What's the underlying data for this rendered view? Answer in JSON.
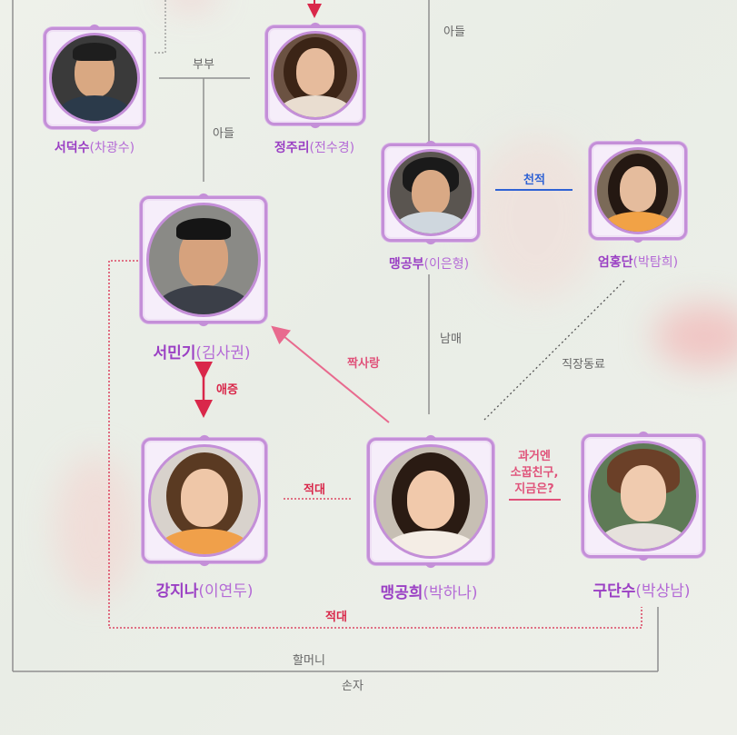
{
  "characters": {
    "seo_deoksu": {
      "name": "서덕수",
      "actor": "(차광수)"
    },
    "jeong_juri": {
      "name": "정주리",
      "actor": "(전수경)"
    },
    "seo_mingi": {
      "name": "서민기",
      "actor": "(김사권)"
    },
    "maeng_gongbu": {
      "name": "맹공부",
      "actor": "(이은형)"
    },
    "eom_hongdan": {
      "name": "엄홍단",
      "actor": "(박탐희)"
    },
    "kang_jina": {
      "name": "강지나",
      "actor": "(이연두)"
    },
    "maeng_gonghui": {
      "name": "맹공희",
      "actor": "(박하나)"
    },
    "gu_dansu": {
      "name": "구단수",
      "actor": "(박상남)"
    }
  },
  "relations": {
    "son_top_right": "아들",
    "couple": "부부",
    "son_left": "아들",
    "cousin": "천적",
    "siblings": "남매",
    "coworker": "직장동료",
    "crush": "짝사랑",
    "love_hate": "애증",
    "rival_mid": "적대",
    "rival_bottom": "적대",
    "past_friend_line1": "과거엔",
    "past_friend_line2": "소꿉친구,",
    "past_friend_line3": "지금은?",
    "grandmother": "할머니",
    "grandson": "손자"
  },
  "colors": {
    "frame": "#c48fd8",
    "name": "#9a3fc4",
    "line_gray": "#8f8f8f",
    "red": "#d9274a",
    "blue": "#2f62d4",
    "pink": "#e86a8e"
  }
}
